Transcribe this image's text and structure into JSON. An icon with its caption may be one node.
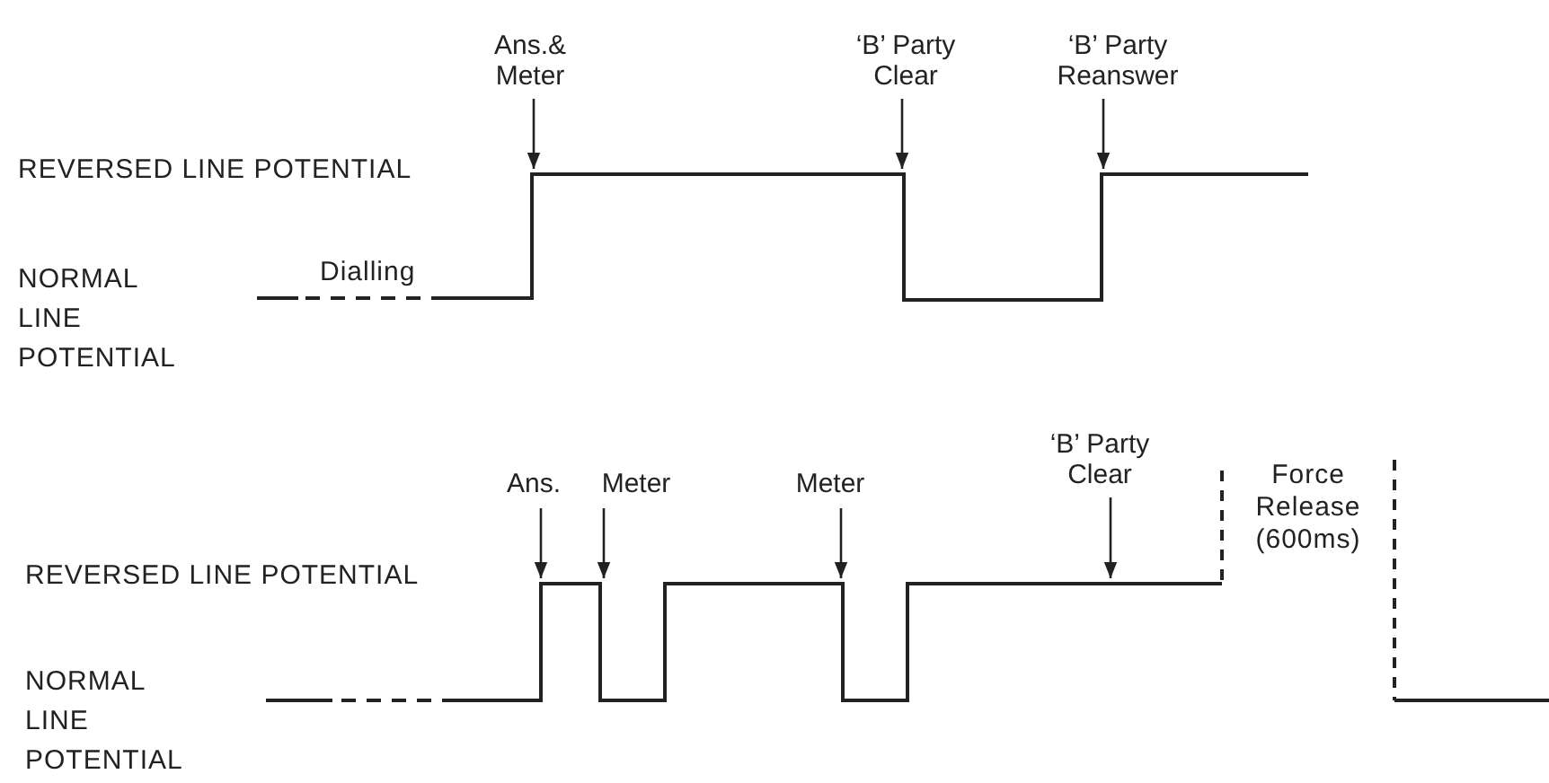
{
  "diagram": {
    "nodes": [
      {
        "text": [
          "Ans.& Meter"
        ]
      },
      {
        "text": [
          "‘B’ Party Clear"
        ]
      },
      {
        "text": [
          "‘B’ Party Reanswer"
        ]
      },
      {
        "text": [
          "Ans."
        ]
      },
      {
        "text": [
          "Meter"
        ]
      },
      {
        "text": [
          "Meter"
        ]
      },
      {
        "text": [
          "‘B’ Party Clear"
        ]
      }
    ],
    "edges": [
      {
        "from": 0,
        "to": null,
        "arrow": "to"
      },
      {
        "from": 1,
        "to": null,
        "arrow": "to"
      },
      {
        "from": 2,
        "to": null,
        "arrow": "to"
      },
      {
        "from": 3,
        "to": null,
        "arrow": "to"
      },
      {
        "from": 4,
        "to": null,
        "arrow": "to"
      },
      {
        "from": 5,
        "to": null,
        "arrow": "to"
      },
      {
        "from": 6,
        "to": null,
        "arrow": "to"
      }
    ],
    "labels": [
      "REVERSED LINE POTENTIAL",
      "NORMAL LINE POTENTIAL",
      "Dialling",
      "REVERSED LINE POTENTIAL",
      "NORMAL LINE POTENTIAL",
      "Force Release (600ms)"
    ]
  }
}
